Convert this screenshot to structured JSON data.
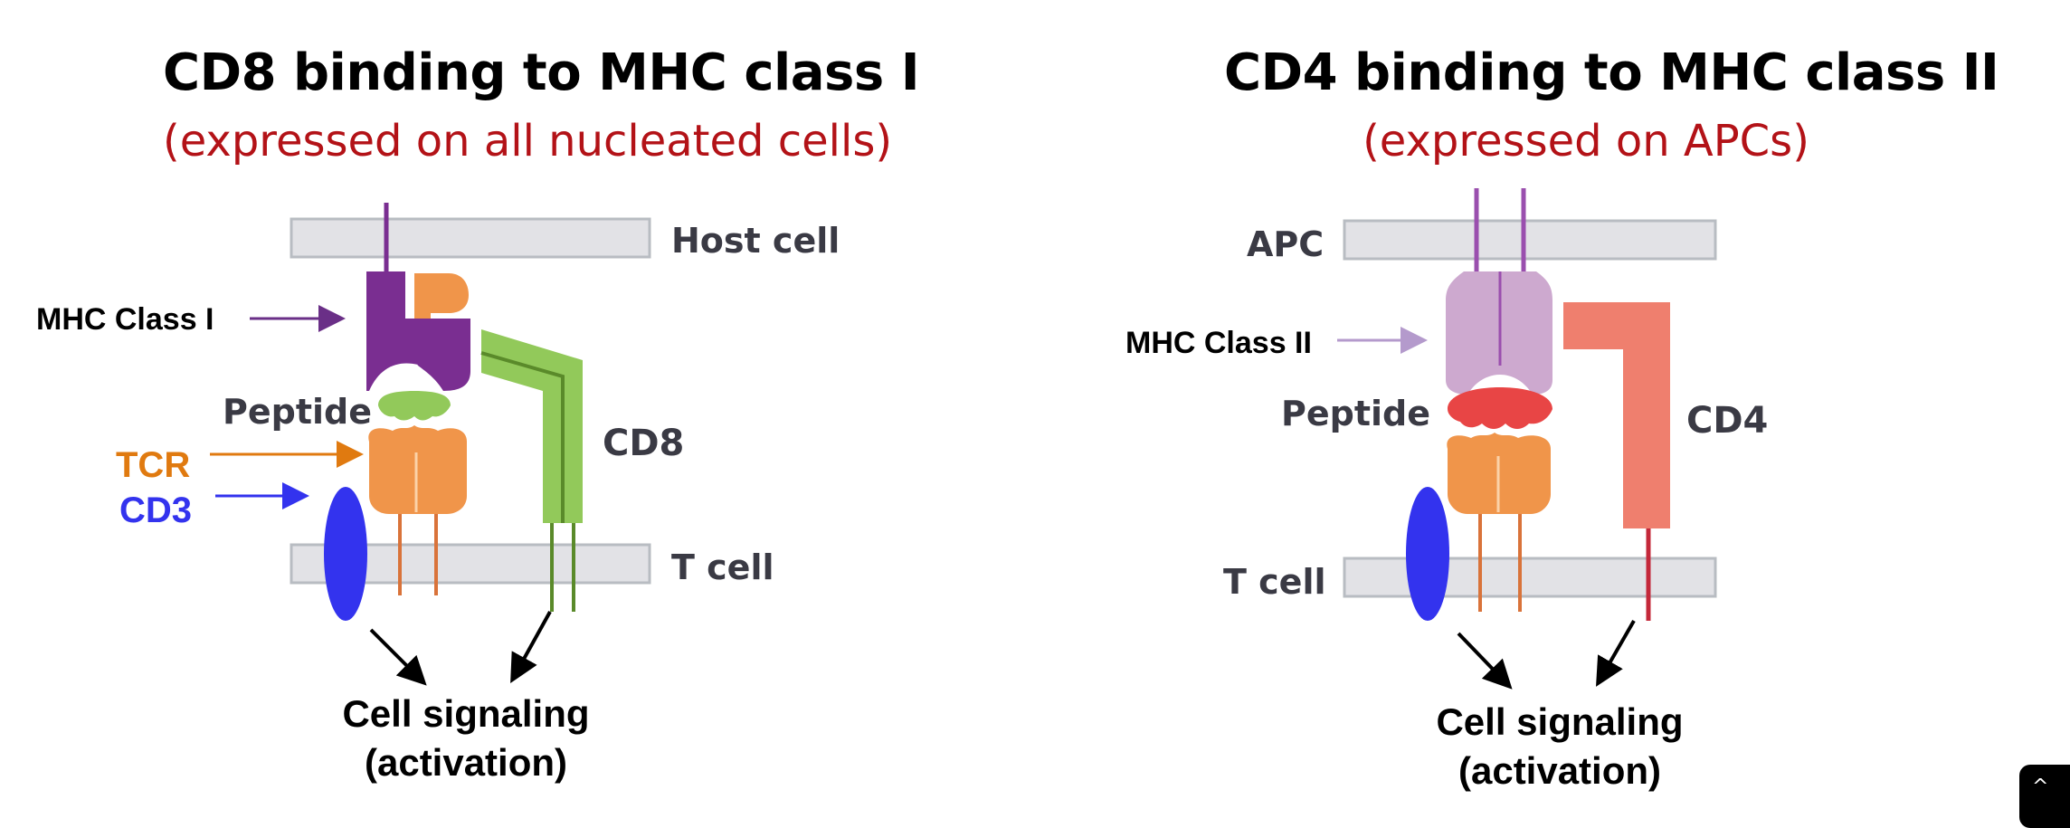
{
  "left_panel": {
    "title": "CD8 binding to MHC class I",
    "subtitle": "(expressed on all nucleated cells)",
    "membrane_top_label": "Host cell",
    "membrane_bottom_label": "T cell",
    "mhc_label": "MHC Class I",
    "peptide_label": "Peptide",
    "tcr_label": "TCR",
    "cd3_label": "CD3",
    "coreceptor_label": "CD8",
    "signal_line1": "Cell signaling",
    "signal_line2": "(activation)"
  },
  "right_panel": {
    "title": "CD4 binding to MHC class II",
    "subtitle": "(expressed on APCs)",
    "membrane_top_label": "APC",
    "membrane_bottom_label": "T cell",
    "mhc_label": "MHC Class II",
    "peptide_label": "Peptide",
    "coreceptor_label": "CD4",
    "signal_line1": "Cell signaling",
    "signal_line2": "(activation)"
  },
  "colors": {
    "title": "#000000",
    "subtitle": "#b31217",
    "membrane": "#e2e2e6",
    "membrane_edge": "#b8bcc2",
    "mhc1": "#7a2e91",
    "mhc2": "#cda9cf",
    "mhc2_stalk": "#9a4fae",
    "tcr": "#f0954a",
    "tcr_stalk": "#d9733a",
    "cd3": "#3333ee",
    "cd8": "#92c95a",
    "cd8_dark": "#5a8a2a",
    "cd4": "#ef7f6e",
    "cd4_stalk": "#c4283a",
    "peptide_left": "#92c95a",
    "peptide_right": "#e84545",
    "tcr_label": "#e07a10",
    "cd3_label": "#3333ee"
  },
  "corner_button": {
    "icon": "chevron-up-icon",
    "glyph": "^"
  }
}
